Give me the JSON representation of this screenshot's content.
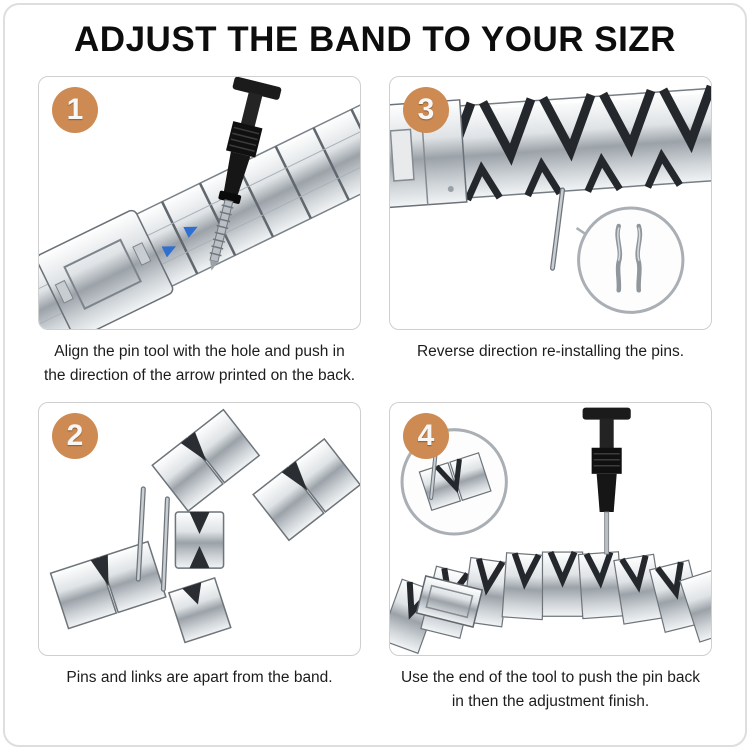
{
  "page": {
    "title": "ADJUST THE BAND TO YOUR SIZR"
  },
  "steps": [
    {
      "number": "1",
      "caption": "Align the pin tool with the hole and push in the direction of the arrow printed on the back."
    },
    {
      "number": "3",
      "caption": "Reverse direction re-installing the pins."
    },
    {
      "number": "2",
      "caption": "Pins and links are apart from the band."
    },
    {
      "number": "4",
      "caption": "Use the end of the tool to push the pin back in then the adjustment finish."
    }
  ],
  "colors": {
    "badge": "#cd8a52",
    "panel_border": "#cfcfcf",
    "arrow_blue": "#2f6fd0",
    "steel_dark": "#24282c",
    "steel_light": "#dfe3e6"
  }
}
